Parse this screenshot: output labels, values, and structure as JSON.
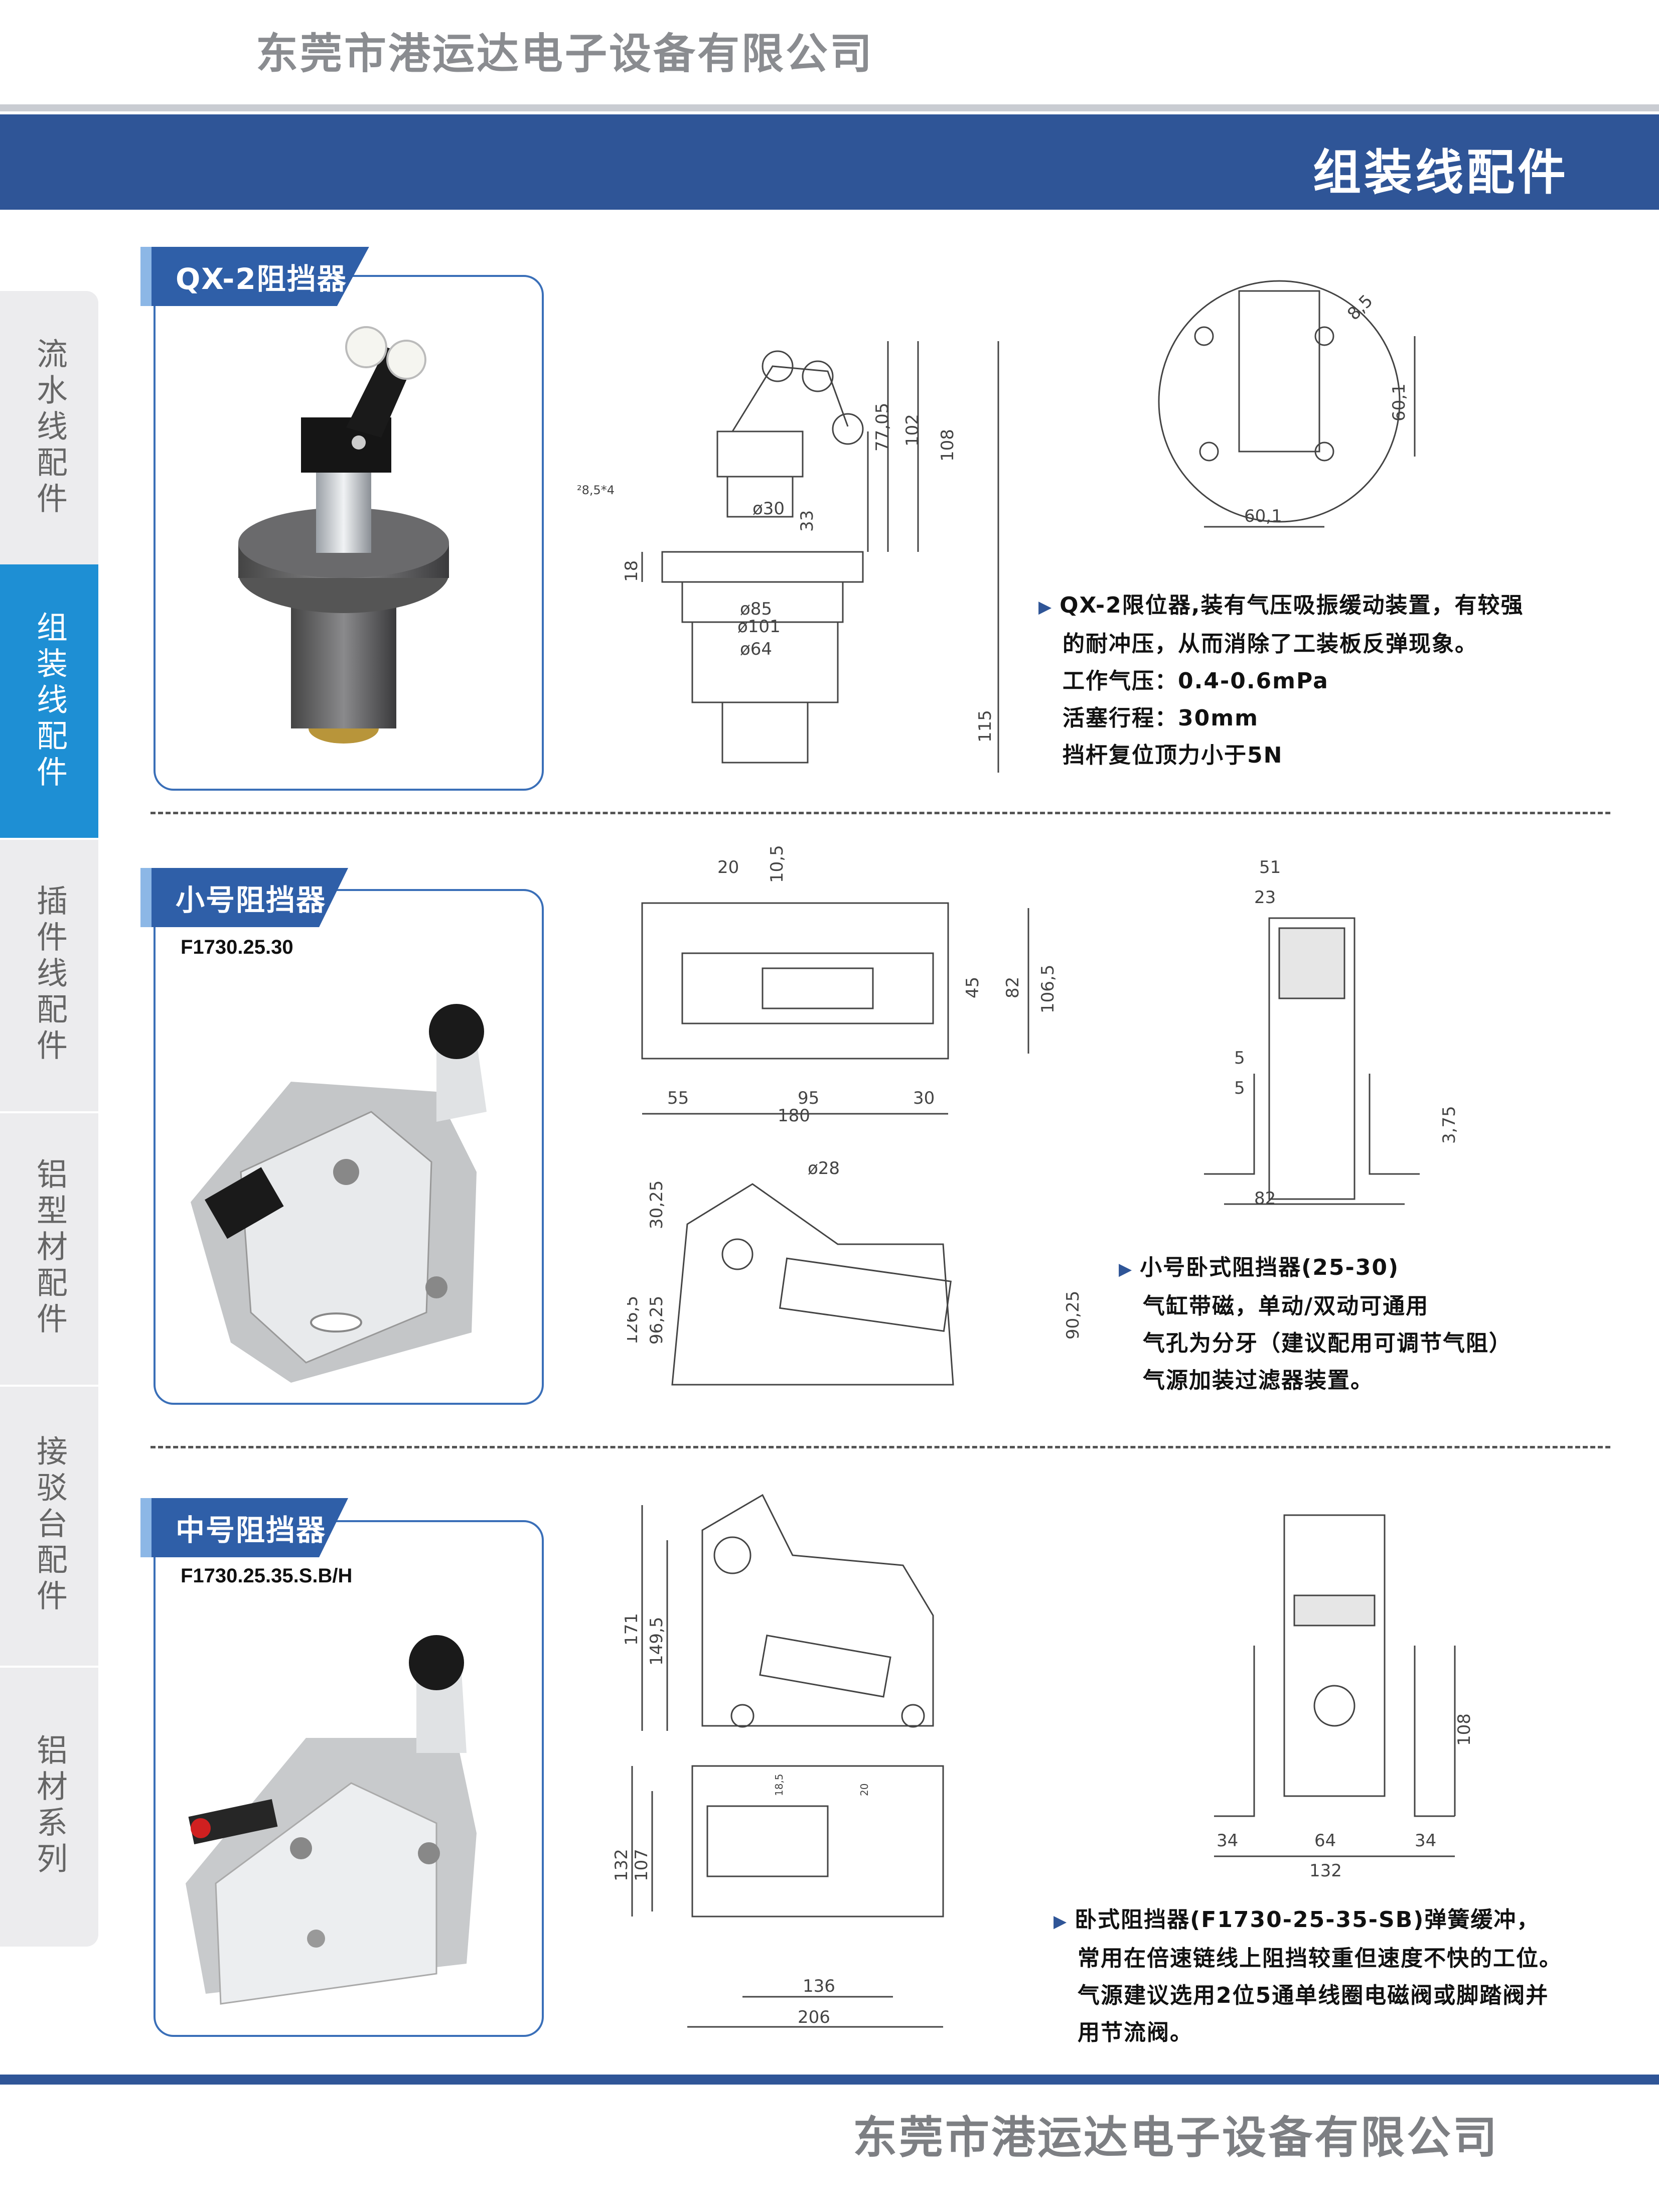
{
  "header": {
    "company": "东莞市港运达电子设备有限公司",
    "section_title": "组装线配件"
  },
  "sidebar": {
    "items": [
      {
        "label": "流水线配件",
        "active": false
      },
      {
        "label": "组装线配件",
        "active": true
      },
      {
        "label": "插件线配件",
        "active": false
      },
      {
        "label": "铝型材配件",
        "active": false
      },
      {
        "label": "接驳台配件",
        "active": false
      },
      {
        "label": "铝材系列",
        "active": false
      }
    ]
  },
  "products": [
    {
      "name": "QX-2阻挡器",
      "code": "",
      "drawing_dims": [
        "108",
        "102",
        "77,05",
        "33",
        "ø30",
        "18",
        "ø85",
        "ø101",
        "ø64",
        "115",
        "²8,5*4",
        "8,5",
        "60,1",
        "60,1"
      ],
      "description": [
        "QX-2限位器,装有气压吸振缓动装置，有较强",
        "的耐冲压，从而消除了工装板反弹现象。",
        "工作气压：0.4-0.6mPa",
        "活塞行程：30mm",
        "挡杆复位顶力小于5N"
      ]
    },
    {
      "name": "小号阻挡器",
      "code": "F1730.25.30",
      "drawing_dims": [
        "20",
        "10,5",
        "45",
        "82",
        "106,5",
        "55",
        "95",
        "30",
        "180",
        "51",
        "23",
        "5",
        "5",
        "3,75",
        "82",
        "ø28",
        "30,25",
        "126,5",
        "96,25",
        "90,25"
      ],
      "description": [
        "小号卧式阻挡器(25-30)",
        "气缸带磁，单动/双动可通用",
        "气孔为分牙（建议配用可调节气阻）",
        "气源加装过滤器装置。"
      ]
    },
    {
      "name": "中号阻挡器",
      "code": "F1730.25.35.S.B/H",
      "drawing_dims": [
        "171",
        "149,5",
        "132",
        "107",
        "18,5",
        "20",
        "136",
        "206",
        "108",
        "34",
        "64",
        "34",
        "132"
      ],
      "description": [
        "卧式阻挡器(F1730-25-35-SB)弹簧缓冲，",
        "常用在倍速链线上阻挡较重但速度不快的工位。",
        "气源建议选用2位5通单线圈电磁阀或脚踏阀并",
        "用节流阀。"
      ]
    }
  ],
  "footer": {
    "company": "东莞市港运达电子设备有限公司"
  },
  "colors": {
    "banner": "#2f5597",
    "accent": "#1e8fd4",
    "card_border": "#3a6fb8"
  }
}
